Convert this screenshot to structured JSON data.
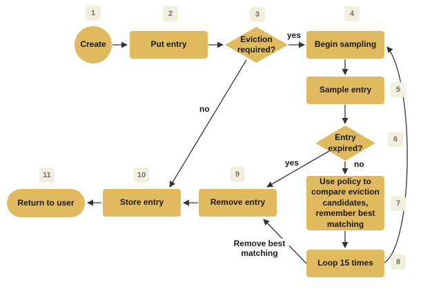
{
  "diagram": {
    "background": "#ffffff",
    "colors": {
      "shape_fill": "#e1ba60",
      "badge_fill": "#f2efdc",
      "badge_text": "#6b6f7b",
      "node_text": "#191919",
      "arrow": "#333333"
    },
    "nodes": [
      {
        "badge": "1",
        "label": "Create",
        "shape": "circle"
      },
      {
        "badge": "2",
        "label": "Put entry",
        "shape": "rectangle"
      },
      {
        "badge": "3",
        "label": "Eviction required?",
        "shape": "diamond"
      },
      {
        "badge": "4",
        "label": "Begin sampling",
        "shape": "rectangle"
      },
      {
        "badge": "5",
        "label": "Sample entry",
        "shape": "rectangle"
      },
      {
        "badge": "6",
        "label": "Entry expired?",
        "shape": "diamond"
      },
      {
        "badge": "7",
        "label": "Use policy to compare eviction candidates, remember best matching",
        "shape": "rectangle"
      },
      {
        "badge": "8",
        "label": "Loop 15 times",
        "shape": "rectangle"
      },
      {
        "badge": "9",
        "label": "Remove entry",
        "shape": "rectangle"
      },
      {
        "badge": "10",
        "label": "Store entry",
        "shape": "rectangle"
      },
      {
        "badge": "11",
        "label": "Return to user",
        "shape": "stadium"
      }
    ],
    "edge_labels": {
      "eviction_yes": "yes",
      "eviction_no": "no",
      "expired_yes": "yes",
      "expired_no": "no",
      "loop_remove": "Remove best matching"
    },
    "edges": [
      {
        "from": "Create",
        "to": "Put entry"
      },
      {
        "from": "Put entry",
        "to": "Eviction required?"
      },
      {
        "from": "Eviction required?",
        "to": "Begin sampling",
        "label": "yes"
      },
      {
        "from": "Eviction required?",
        "to": "Store entry",
        "label": "no"
      },
      {
        "from": "Begin sampling",
        "to": "Sample entry"
      },
      {
        "from": "Sample entry",
        "to": "Entry expired?"
      },
      {
        "from": "Entry expired?",
        "to": "Remove entry",
        "label": "yes"
      },
      {
        "from": "Entry expired?",
        "to": "Use policy to compare eviction candidates, remember best matching",
        "label": "no"
      },
      {
        "from": "Use policy to compare eviction candidates, remember best matching",
        "to": "Loop 15 times"
      },
      {
        "from": "Loop 15 times",
        "to": "Begin sampling"
      },
      {
        "from": "Loop 15 times",
        "to": "Remove entry",
        "label": "Remove best matching"
      },
      {
        "from": "Remove entry",
        "to": "Store entry"
      },
      {
        "from": "Store entry",
        "to": "Return to user"
      }
    ]
  }
}
